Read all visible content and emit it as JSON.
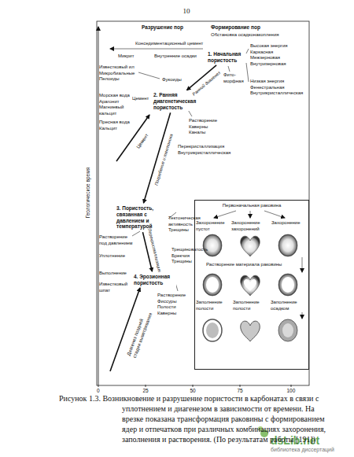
{
  "diagram": {
    "caption": "Рисунок 1.3. Возникновение и разрушение пористости в карбонатах в связи с уплотнением и диагенезом в зависимости от времени. На врезке показана трансформация раковины с формированием ядер и отпечатков при различных комбинациях захоронения, заполнения и растворения. (По результатам работы [191])",
    "nodes": [
      {
        "text": [
          "1. Начальная пористость"
        ]
      },
      {
        "text": [
          "2. Ранняя диагенетическая пористость"
        ]
      },
      {
        "text": [
          "3. Пористость, связанная с давлением и температурой"
        ]
      },
      {
        "text": [
          "4. Эрозионная пористость"
        ]
      },
      {
        "text": [
          "Первоначальная раковина"
        ]
      }
    ],
    "edges": [
      {
        "from": 0,
        "to": 1,
        "arrow": "to",
        "label": "Ранний диагенез"
      },
      {
        "from": 1,
        "to": 2,
        "arrow": "to",
        "label": "Погребение и тектоника"
      },
      {
        "from": 2,
        "to": 3,
        "arrow": "to",
        "label": "Перекристаллизация"
      }
    ],
    "labels": [
      "10",
      "Разрушение пор",
      "Формирование пор",
      "Обстановка осадконакопления",
      "Конседиментационный цемент",
      "Микрит",
      "Внутренние осадки",
      "Высокая энергия Каркасная Межзерновая Внутризерновая",
      "Известковый ил Микробиальные Пелоиды",
      "Фукоиды",
      "Фито- морфная",
      "Низкая энергия Фенестральная Внутрикристаллическая",
      "Морская вода Арагонит Магниевый кальцит",
      "Цемент",
      "Растворение Каверны Каналы",
      "Пресная вода Кальцит",
      "Цемент",
      "Перекристаллизация Внутрикристаллическая",
      "Геологическое время",
      "Тектоническая активность Трещины",
      "Растворение под давлением",
      "Уплотнение",
      "Трещиноватость Брекчия Трещины",
      "Выполнение",
      "Известковый шпат",
      "Растворение Фиссуры Полости Каверны",
      "Диагенез поздней стадии выветривания",
      "Захоронение пустот",
      "Захоронение захоронений",
      "Захоронение",
      "Растворение материала раковины",
      "Заполнение полости",
      "Заполнение полости",
      "Заполнение осадком",
      "0",
      "25",
      "50",
      "75",
      "100",
      "dsLib.net",
      "библиотека диссертаций"
    ]
  }
}
